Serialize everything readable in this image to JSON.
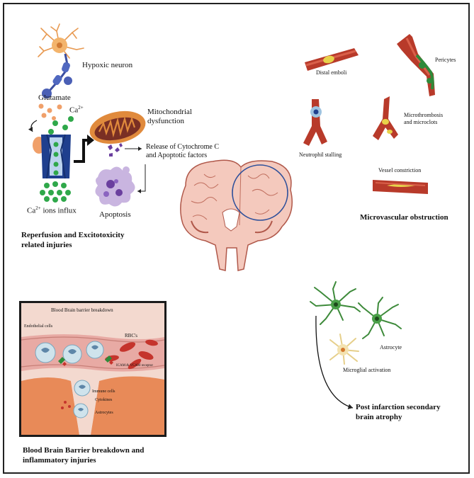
{
  "labels": {
    "hypoxic_neuron": "Hypoxic neuron",
    "glutamate": "Glutamate",
    "ca_base": "Ca",
    "ca_sup": "2+",
    "mito_line1": "Mitochondrial",
    "mito_line2": "dysfunction",
    "release_line1": "Release of Cytochrome C",
    "release_line2": "and Apoptotic factors",
    "influx_base": "Ca",
    "influx_sup": "2+",
    "influx_rest": " ions influx",
    "apoptosis": "Apoptosis",
    "distal_emboli": "Distal emboli",
    "pericytes": "Pericytes",
    "neutrophil_stalling": "Neutrophil stalling",
    "microthrombosis_line1": "Microthrombosis",
    "microthrombosis_line2": "and microclots",
    "vessel_constriction": "Vessel constriction",
    "astrocyte": "Astrocyte",
    "microglial_activation": "Microglial activation"
  },
  "bbb_inset": {
    "title": "Blood Brain barrier breakdown",
    "endothelial": "Endothelial cells",
    "rbc": "RBC's",
    "icam": "ICAM & VCAM receptor",
    "immune": "Immune cells",
    "cytokines": "Cytokines",
    "astrocytes": "Astrocytes"
  },
  "section_titles": {
    "reperfusion_line1": "Reperfusion and Excitotoxicity",
    "reperfusion_line2": "related injuries",
    "microvascular": "Microvascular obstruction",
    "bbb_line1": "Blood Brain Barrier breakdown and",
    "bbb_line2": "inflammatory injuries",
    "atrophy_line1": "Post infarction secondary",
    "atrophy_line2": "brain atrophy"
  },
  "colors": {
    "vessel_red": "#b83a2a",
    "vessel_light": "#d9604a",
    "plaque_yellow": "#e8d24a",
    "brain_pink": "#f4c9bd",
    "brain_outline": "#b0584a",
    "circle_blue": "#2d4f9a",
    "calcium_green": "#2fa84a",
    "glutamate_orange": "#f0a06a",
    "mito_orange": "#e08a3c",
    "apoptosis_purple": "#7a5aa8",
    "astrocyte_green": "#3d8a3a",
    "microglia_yellow": "#f3e2b0"
  }
}
